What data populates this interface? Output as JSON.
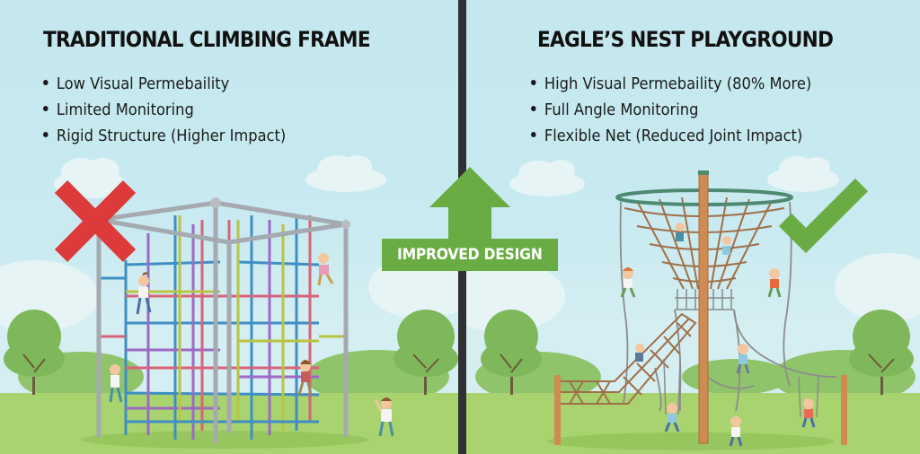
{
  "left_panel": {
    "title": "TRADITIONAL CLIMBING FRAME",
    "bullets": [
      "Low Visual Permebaility",
      "Limited Monitoring",
      "Rigid Structure (Higher Impact)"
    ],
    "mark_icon": "red-x-icon",
    "mark_color": "#dd3b3b",
    "illustration": "multicolor steel pipe climbing frame with children climbing"
  },
  "right_panel": {
    "title": "EAGLE’S NEST PLAYGROUND",
    "bullets": [
      "High Visual Permebaility (80% More)",
      "Full Angle Monitoring",
      "Flexible Net (Reduced Joint Impact)"
    ],
    "mark_icon": "green-check-icon",
    "mark_color": "#6aac44",
    "illustration": "funnel-shaped rope net tower on wooden pole with rope swings and net bridge"
  },
  "center": {
    "arrow_icon": "up-arrow-icon",
    "label": "IMPROVED DESIGN",
    "color": "#6aac44"
  },
  "colors": {
    "sky": "#c6e8ee",
    "grass": "#a9d36e",
    "tree": "#7fb85a",
    "divider": "#2f3132"
  }
}
